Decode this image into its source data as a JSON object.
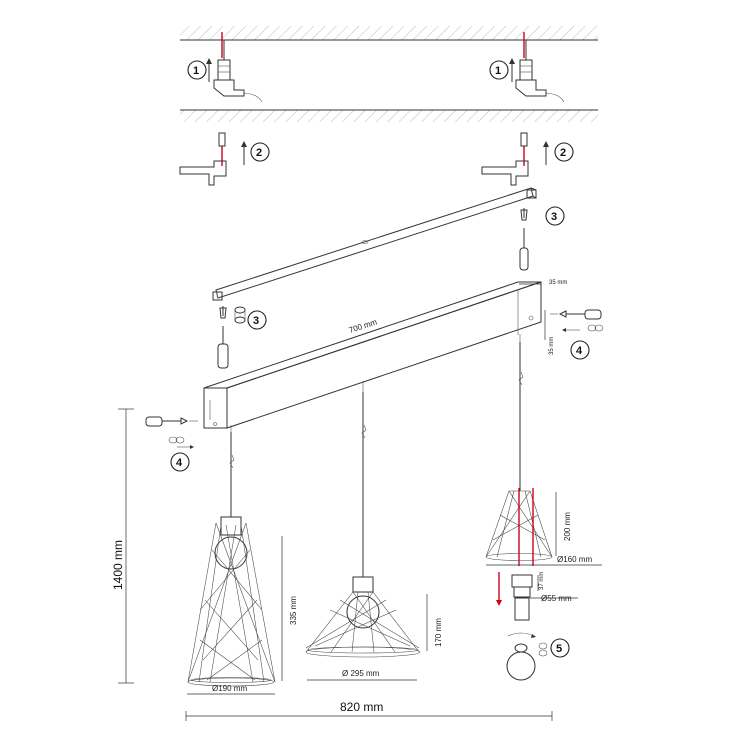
{
  "dimensions": {
    "total_height": "1400 mm",
    "total_width": "820 mm",
    "bar_length": "700 mm",
    "bar_depth": "35 mm",
    "bar_height": "35 mm",
    "shade_tall_height": "335 mm",
    "shade_tall_diameter": "Ø190 mm",
    "shade_dome_height": "170 mm",
    "shade_dome_diameter": "Ø 295 mm",
    "shade_small_height": "200 mm",
    "shade_small_diameter": "Ø160 mm",
    "socket_diameter": "Ø55 mm",
    "socket_height": "37 mm"
  },
  "steps": [
    "1",
    "1",
    "2",
    "2",
    "3",
    "3",
    "4",
    "4",
    "5"
  ]
}
